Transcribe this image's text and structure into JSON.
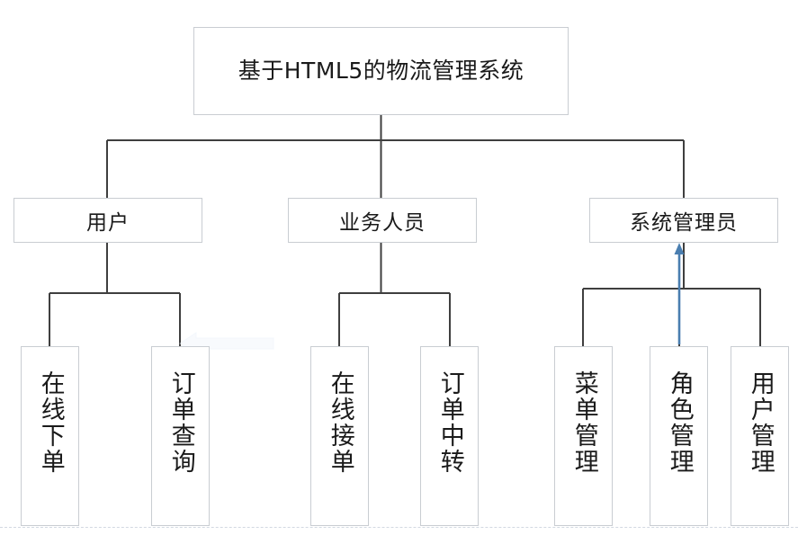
{
  "diagram": {
    "type": "org-tree",
    "title": "基于HTML5的物流管理系统",
    "colors": {
      "box_border": "#c9cdd2",
      "connector": "#3f3f3f",
      "highlight_arrow": "#4a7eb0",
      "text": "#1a1a1a",
      "background": "#ffffff",
      "guide_line": "#d3d9e2"
    },
    "root": {
      "label": "基于HTML5的物流管理系统"
    },
    "level2": [
      {
        "id": "user",
        "label": "用户"
      },
      {
        "id": "staff",
        "label": "业务人员"
      },
      {
        "id": "admin",
        "label": "系统管理员"
      }
    ],
    "leaves": [
      {
        "id": "online-order",
        "parent": "user",
        "label": "在线下单",
        "highlighted": false
      },
      {
        "id": "order-query",
        "parent": "user",
        "label": "订单查询",
        "highlighted": false
      },
      {
        "id": "online-accept",
        "parent": "staff",
        "label": "在线接单",
        "highlighted": false
      },
      {
        "id": "order-transfer",
        "parent": "staff",
        "label": "订单中转",
        "highlighted": false
      },
      {
        "id": "menu-management",
        "parent": "admin",
        "label": "菜单管理",
        "highlighted": false
      },
      {
        "id": "role-management",
        "parent": "admin",
        "label": "角色管理",
        "highlighted": true
      },
      {
        "id": "user-management",
        "parent": "admin",
        "label": "用户管理",
        "highlighted": false
      }
    ],
    "annotation": {
      "arrow": {
        "from": "角色管理",
        "to": "系统管理员",
        "direction": "up",
        "color": "#4a7eb0"
      }
    }
  }
}
